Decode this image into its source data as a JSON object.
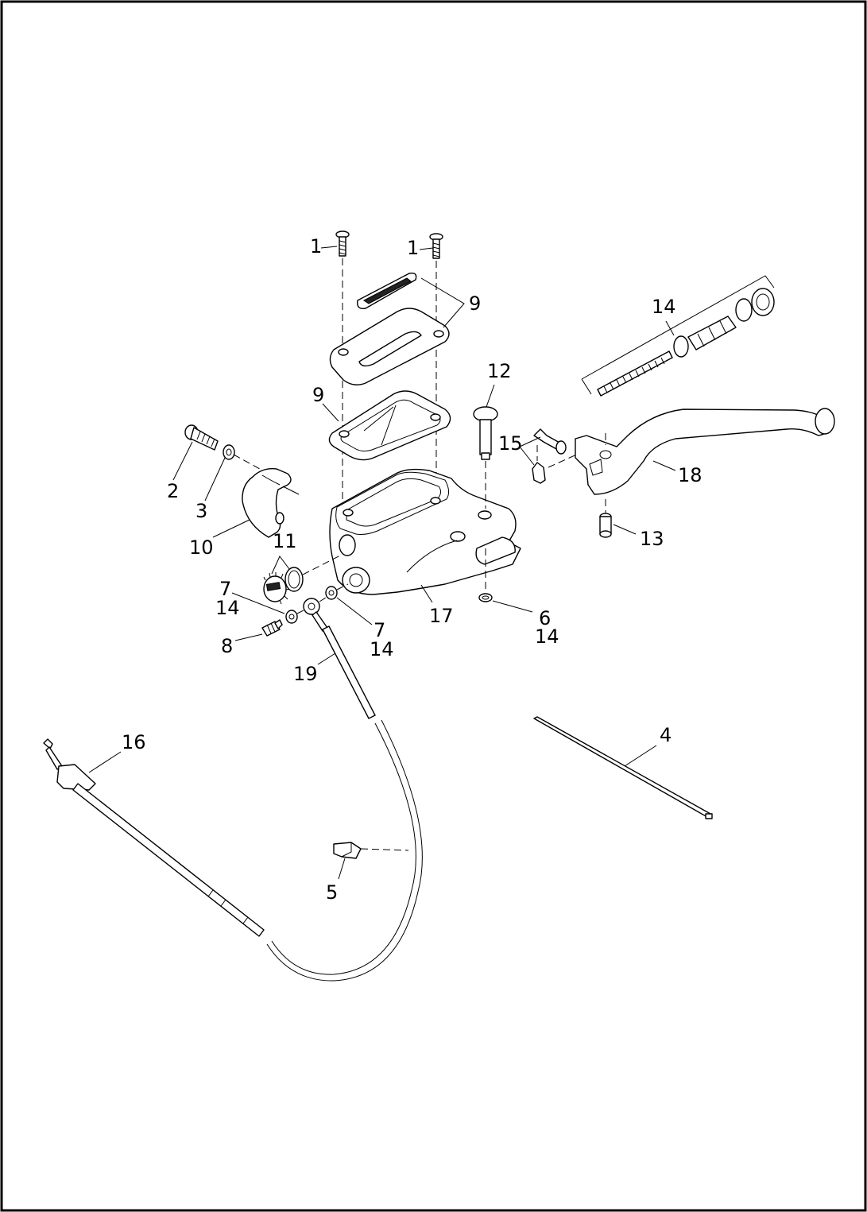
{
  "diagram": {
    "callouts": {
      "c1a": "1",
      "c1b": "1",
      "c2": "2",
      "c3": "3",
      "c4": "4",
      "c5": "5",
      "c6": "6",
      "c6b": "14",
      "c7a": "7",
      "c7a_b": "14",
      "c7b": "7",
      "c7b_b": "14",
      "c8": "8",
      "c9a": "9",
      "c9b": "9",
      "c10": "10",
      "c11": "11",
      "c12": "12",
      "c13": "13",
      "c14": "14",
      "c15": "15",
      "c16": "16",
      "c17": "17",
      "c18": "18",
      "c19": "19"
    }
  }
}
